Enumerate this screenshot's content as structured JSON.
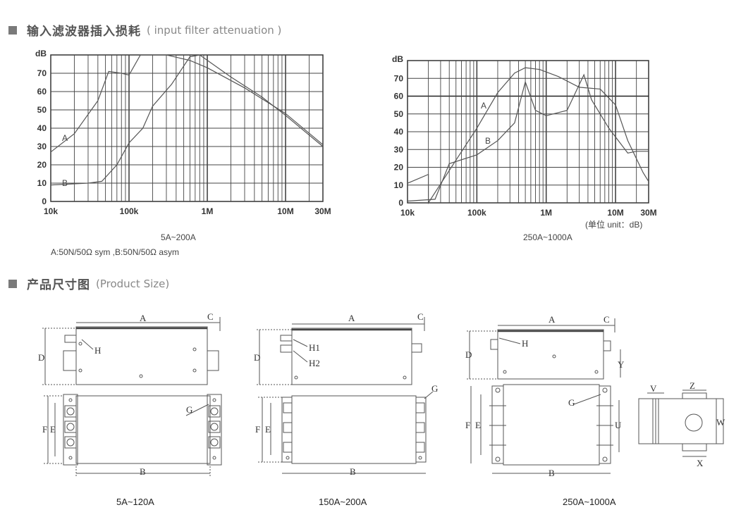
{
  "sections": {
    "attenuation": {
      "title_zh": "输入滤波器插入损耗",
      "title_en": "( input filter attenuation )"
    },
    "size": {
      "title_zh": "产品尺寸图",
      "title_en": "(Product Size)"
    }
  },
  "chart_data": [
    {
      "type": "line",
      "ylabel": "dB",
      "y_ticks": [
        "0",
        "10",
        "20",
        "30",
        "40",
        "50",
        "60",
        "70"
      ],
      "x_ticks": [
        "10k",
        "100k",
        "1M",
        "10M",
        "30M"
      ],
      "ylim": [
        0,
        80
      ],
      "xlim_hz": [
        10000,
        30000000
      ],
      "series": [
        {
          "name": "A",
          "points": [
            [
              10000,
              27
            ],
            [
              20000,
              37
            ],
            [
              40000,
              55
            ],
            [
              55000,
              71
            ],
            [
              80000,
              70
            ],
            [
              100000,
              69
            ],
            [
              140000,
              80
            ],
            [
              300000,
              80
            ],
            [
              600000,
              77
            ],
            [
              1000000,
              73
            ],
            [
              3000000,
              62
            ],
            [
              10000000,
              48
            ],
            [
              30000000,
              31
            ]
          ]
        },
        {
          "name": "B",
          "points": [
            [
              10000,
              9
            ],
            [
              30000,
              10
            ],
            [
              45000,
              11
            ],
            [
              70000,
              20
            ],
            [
              100000,
              32
            ],
            [
              150000,
              40
            ],
            [
              200000,
              52
            ],
            [
              350000,
              64
            ],
            [
              600000,
              79
            ],
            [
              800000,
              80
            ],
            [
              2000000,
              68
            ],
            [
              5000000,
              57
            ],
            [
              10000000,
              47
            ],
            [
              30000000,
              30
            ]
          ]
        }
      ],
      "caption": "5A~200A",
      "legend_note": "A:50N/50Ω sym ,B:50N/50Ω asym"
    },
    {
      "type": "line",
      "ylabel": "dB",
      "y_ticks": [
        "0",
        "10",
        "20",
        "30",
        "40",
        "50",
        "60",
        "70"
      ],
      "x_ticks": [
        "10k",
        "100k",
        "1M",
        "10M",
        "30M"
      ],
      "ylim": [
        0,
        80
      ],
      "xlim_hz": [
        10000,
        30000000
      ],
      "series": [
        {
          "name": "A",
          "points": [
            [
              10000,
              11
            ],
            [
              20000,
              16
            ],
            [
              50000,
              24
            ],
            [
              100000,
              42
            ],
            [
              200000,
              62
            ],
            [
              350000,
              73
            ],
            [
              500000,
              76
            ],
            [
              800000,
              75
            ],
            [
              1500000,
              71
            ],
            [
              3000000,
              65
            ],
            [
              6000000,
              64
            ],
            [
              10000000,
              55
            ],
            [
              15000000,
              35
            ],
            [
              20000,
              0
            ],
            [
              25000000,
              17
            ],
            [
              30000000,
              12
            ]
          ]
        },
        {
          "name": "B",
          "points": [
            [
              10000,
              1
            ],
            [
              25000,
              2
            ],
            [
              40000,
              22
            ],
            [
              100000,
              27
            ],
            [
              200000,
              35
            ],
            [
              350000,
              45
            ],
            [
              500000,
              68
            ],
            [
              700000,
              52
            ],
            [
              1000000,
              49
            ],
            [
              2000000,
              52
            ],
            [
              3500000,
              72
            ],
            [
              4500000,
              58
            ],
            [
              8000000,
              42
            ],
            [
              15000000,
              28
            ],
            [
              20000000,
              29
            ],
            [
              30000000,
              29
            ]
          ]
        }
      ],
      "caption": "250A~1000A",
      "unit_note": "(单位 unit：dB)"
    }
  ],
  "drawings": {
    "small": {
      "caption": "5A~120A",
      "labels": {
        "A": "A",
        "B": "B",
        "C": "C",
        "D": "D",
        "E": "E",
        "F": "F",
        "G": "G",
        "H": "H"
      }
    },
    "medium": {
      "caption": "150A~200A",
      "labels": {
        "A": "A",
        "B": "B",
        "C": "C",
        "D": "D",
        "E": "E",
        "F": "F",
        "G": "G",
        "H1": "H1",
        "H2": "H2"
      }
    },
    "large": {
      "caption": "250A~1000A",
      "labels": {
        "A": "A",
        "B": "B",
        "C": "C",
        "D": "D",
        "E": "E",
        "F": "F",
        "G": "G",
        "H": "H",
        "Y": "Y",
        "U": "U",
        "V": "V",
        "Z": "Z",
        "W": "W",
        "X": "X"
      }
    }
  }
}
